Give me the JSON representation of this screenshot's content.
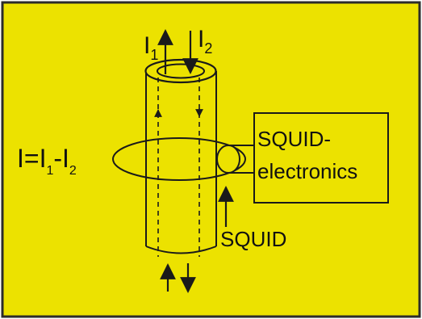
{
  "diagram": {
    "background_color": "#ece200",
    "frame_color": "#2b2b2b",
    "line_color": "#1a1a1a",
    "labels": {
      "current_1_letter": "I",
      "current_1_subscript": "1",
      "current_2_letter": "I",
      "current_2_subscript": "2",
      "difference_I": "I",
      "difference_equals": "=",
      "difference_I1_letter": "I",
      "difference_I1_subscript": "1",
      "difference_minus": "-",
      "difference_I2_letter": "I",
      "difference_I2_subscript": "2",
      "squid_pointer_label": "SQUID",
      "electronics_box_line1": "SQUID-",
      "electronics_box_line2": "electronics"
    },
    "icons": {
      "tube": "coaxial-tube-icon",
      "loop": "pickup-loop-icon",
      "squid_ring": "squid-ring-icon",
      "arrows": "current-arrow-icon"
    }
  }
}
